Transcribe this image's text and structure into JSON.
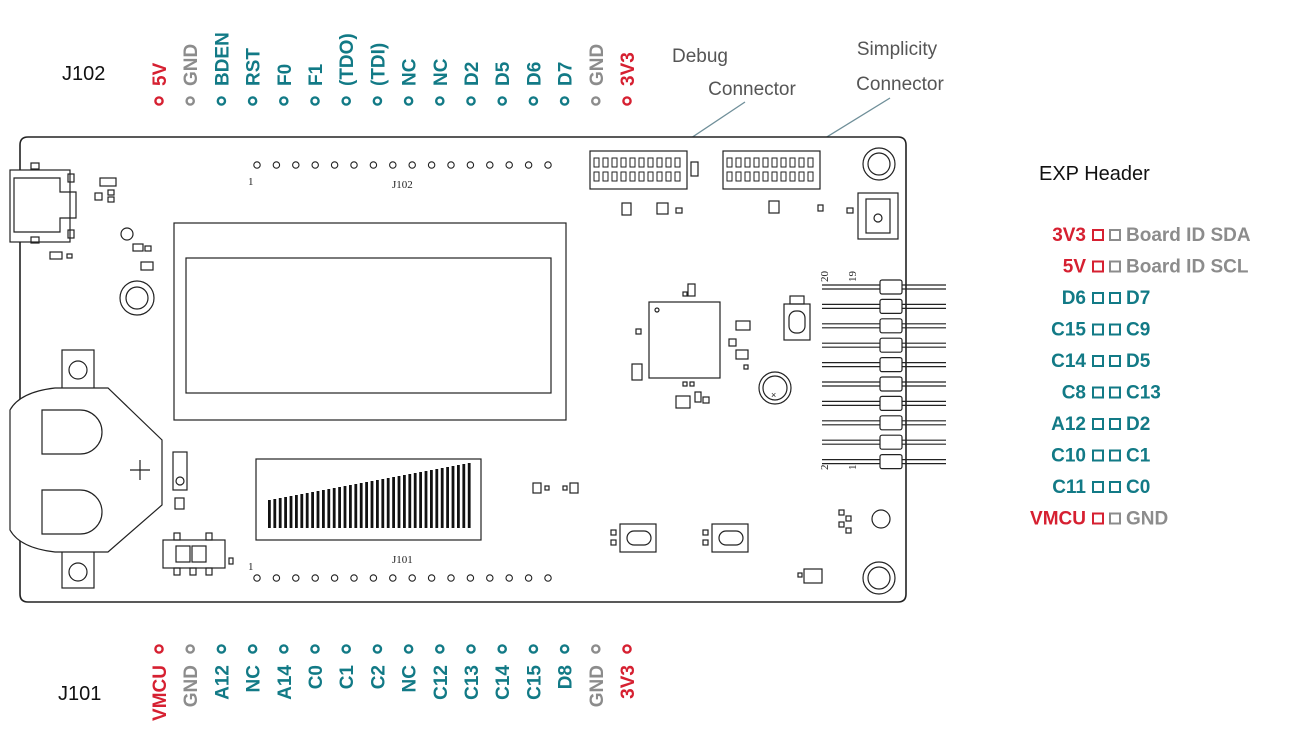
{
  "colors": {
    "power": "#d62031",
    "ground": "#8c8c8c",
    "signal": "#127a86",
    "line": "#222222",
    "leader": "#6f8f99"
  },
  "j102": {
    "title": "J102",
    "pins": [
      {
        "label": "5V",
        "kind": "power"
      },
      {
        "label": "GND",
        "kind": "ground"
      },
      {
        "label": "BDEN",
        "kind": "signal"
      },
      {
        "label": "RST",
        "kind": "signal"
      },
      {
        "label": "F0",
        "kind": "signal"
      },
      {
        "label": "F1",
        "kind": "signal"
      },
      {
        "label": "(TDO)",
        "kind": "signal"
      },
      {
        "label": "(TDI)",
        "kind": "signal"
      },
      {
        "label": "NC",
        "kind": "signal"
      },
      {
        "label": "NC",
        "kind": "signal"
      },
      {
        "label": "D2",
        "kind": "signal"
      },
      {
        "label": "D5",
        "kind": "signal"
      },
      {
        "label": "D6",
        "kind": "signal"
      },
      {
        "label": "D7",
        "kind": "signal"
      },
      {
        "label": "GND",
        "kind": "ground"
      },
      {
        "label": "3V3",
        "kind": "power"
      }
    ]
  },
  "j101": {
    "title": "J101",
    "pins": [
      {
        "label": "VMCU",
        "kind": "power"
      },
      {
        "label": "GND",
        "kind": "ground"
      },
      {
        "label": "A12",
        "kind": "signal"
      },
      {
        "label": "NC",
        "kind": "signal"
      },
      {
        "label": "A14",
        "kind": "signal"
      },
      {
        "label": "C0",
        "kind": "signal"
      },
      {
        "label": "C1",
        "kind": "signal"
      },
      {
        "label": "C2",
        "kind": "signal"
      },
      {
        "label": "NC",
        "kind": "signal"
      },
      {
        "label": "C12",
        "kind": "signal"
      },
      {
        "label": "C13",
        "kind": "signal"
      },
      {
        "label": "C14",
        "kind": "signal"
      },
      {
        "label": "C15",
        "kind": "signal"
      },
      {
        "label": "D8",
        "kind": "signal"
      },
      {
        "label": "GND",
        "kind": "ground"
      },
      {
        "label": "3V3",
        "kind": "power"
      }
    ]
  },
  "connectors": {
    "debug": {
      "line1": "Debug",
      "line2": "Connector"
    },
    "simplicity": {
      "line1": "Simplicity",
      "line2": "Connector"
    }
  },
  "board_silkscreen": {
    "j102": "J102",
    "j101": "J101",
    "pin1_top": "1",
    "pin1_bottom": "1",
    "exp_20": "20",
    "exp_19": "19",
    "exp_2": "2",
    "exp_1": "1"
  },
  "exp_header": {
    "title": "EXP Header",
    "rows": [
      {
        "left": "3V3",
        "left_kind": "power",
        "right": "Board ID SDA",
        "right_kind": "ground"
      },
      {
        "left": "5V",
        "left_kind": "power",
        "right": "Board ID SCL",
        "right_kind": "ground"
      },
      {
        "left": "D6",
        "left_kind": "signal",
        "right": "D7",
        "right_kind": "signal"
      },
      {
        "left": "C15",
        "left_kind": "signal",
        "right": "C9",
        "right_kind": "signal"
      },
      {
        "left": "C14",
        "left_kind": "signal",
        "right": "D5",
        "right_kind": "signal"
      },
      {
        "left": "C8",
        "left_kind": "signal",
        "right": "C13",
        "right_kind": "signal"
      },
      {
        "left": "A12",
        "left_kind": "signal",
        "right": "D2",
        "right_kind": "signal"
      },
      {
        "left": "C10",
        "left_kind": "signal",
        "right": "C1",
        "right_kind": "signal"
      },
      {
        "left": "C11",
        "left_kind": "signal",
        "right": "C0",
        "right_kind": "signal"
      },
      {
        "left": "VMCU",
        "left_kind": "power",
        "right": "GND",
        "right_kind": "ground"
      }
    ]
  }
}
